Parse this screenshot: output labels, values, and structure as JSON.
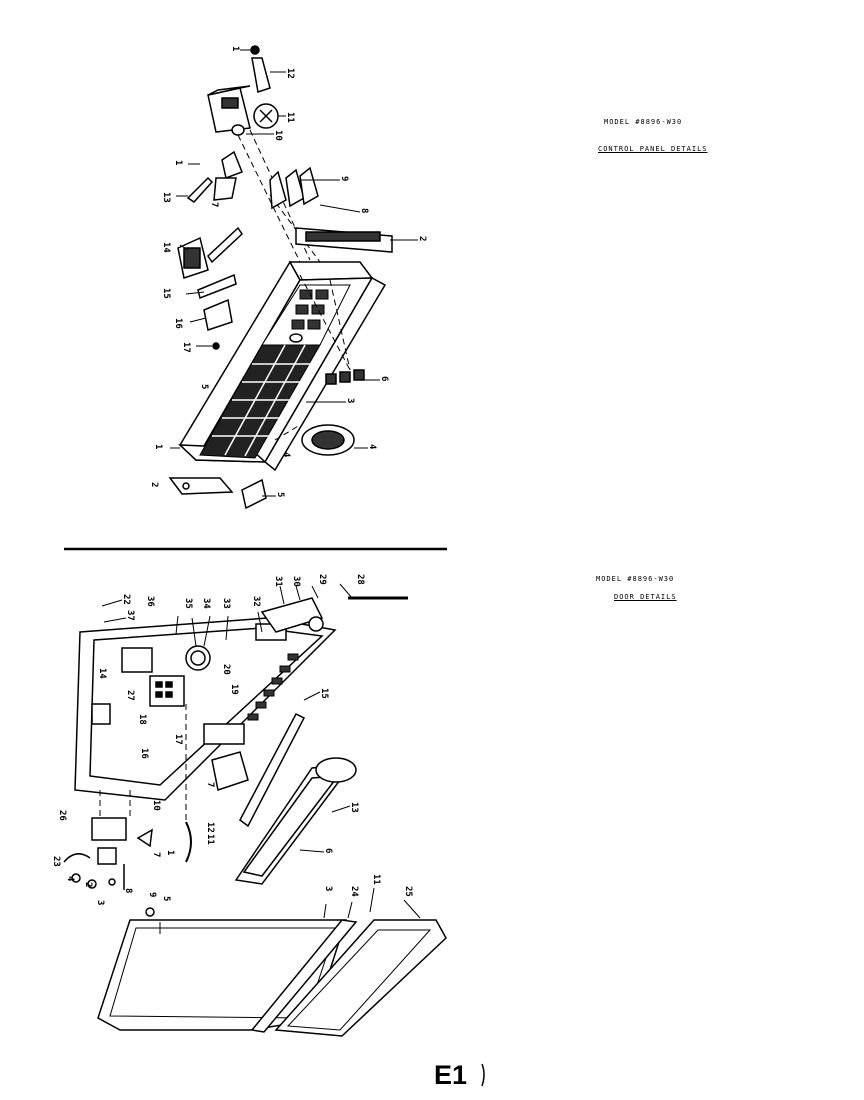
{
  "control_panel": {
    "model_title": "MODEL #8896-W30",
    "section_title": "CONTROL PANEL DETAILS",
    "callouts": [
      "1",
      "12",
      "11",
      "10",
      "9",
      "8",
      "13",
      "1",
      "7",
      "14",
      "15",
      "2",
      "16",
      "17",
      "5",
      "1",
      "6",
      "3",
      "4",
      "4",
      "2",
      "5"
    ]
  },
  "door": {
    "model_title": "MODEL #8896-W30",
    "section_title": "DOOR DETAILS",
    "callouts": [
      "22",
      "37",
      "36",
      "35",
      "34",
      "33",
      "32",
      "31",
      "30",
      "29",
      "28",
      "14",
      "20",
      "19",
      "18",
      "17",
      "16",
      "15",
      "27",
      "7",
      "10",
      "11",
      "12",
      "13",
      "26",
      "6",
      "23",
      "4",
      "2",
      "3",
      "8",
      "5",
      "9",
      "7",
      "3",
      "24",
      "11",
      "25",
      "1"
    ]
  },
  "page_label": "E1"
}
